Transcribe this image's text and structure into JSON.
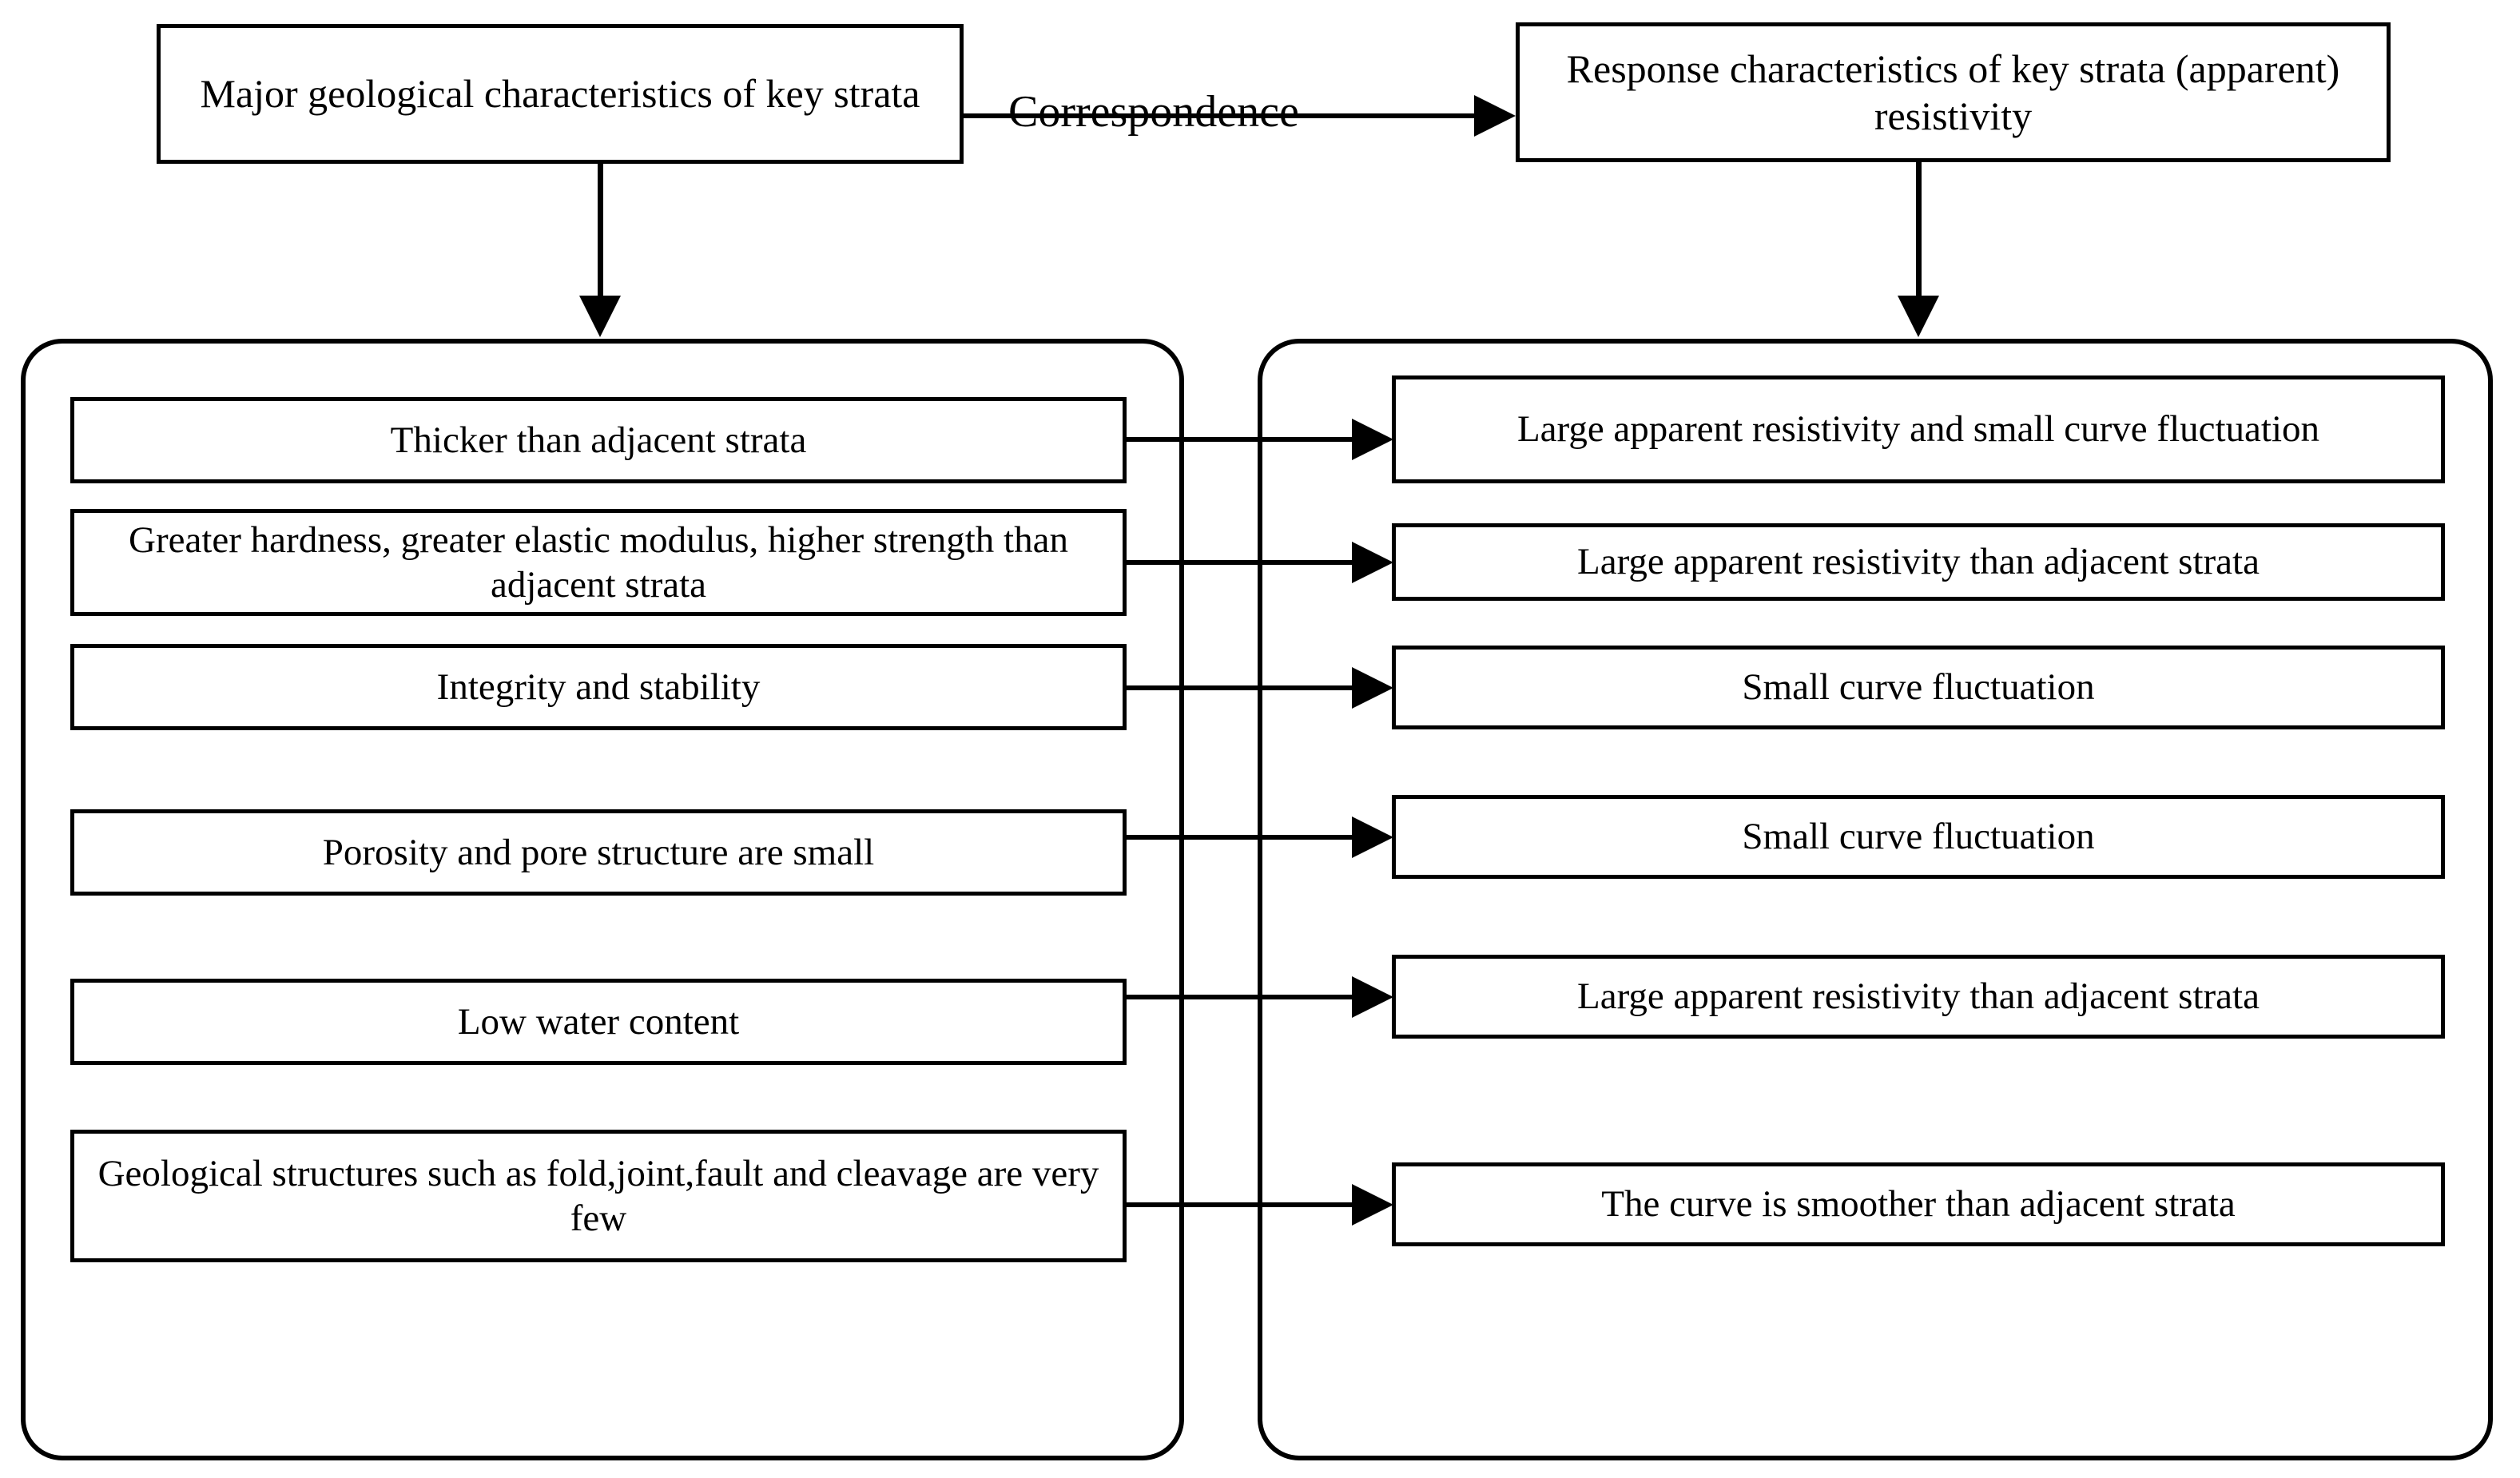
{
  "diagram": {
    "title_left": "Major geological characteristics of key strata",
    "title_right": "Response characteristics of key strata (apparent) resistivity",
    "relation_label": "Correspondence",
    "left_group": {
      "items": [
        {
          "label": "Thicker than adjacent strata"
        },
        {
          "label": "Greater hardness, greater elastic modulus, higher strength than adjacent strata"
        },
        {
          "label": "Integrity and stability"
        },
        {
          "label": "Porosity and pore structure are small"
        },
        {
          "label": "Low water content"
        },
        {
          "label": "Geological structures such as fold,joint,fault and cleavage are very few"
        }
      ]
    },
    "right_group": {
      "items": [
        {
          "label": "Large apparent resistivity and small curve fluctuation"
        },
        {
          "label": "Large apparent resistivity than adjacent strata"
        },
        {
          "label": "Small curve fluctuation"
        },
        {
          "label": "Small curve fluctuation"
        },
        {
          "label": "Large apparent resistivity than adjacent strata"
        },
        {
          "label": "The curve is smoother than adjacent strata"
        }
      ]
    },
    "colors": {
      "stroke": "#000000",
      "background": "#ffffff",
      "text": "#000000"
    }
  }
}
